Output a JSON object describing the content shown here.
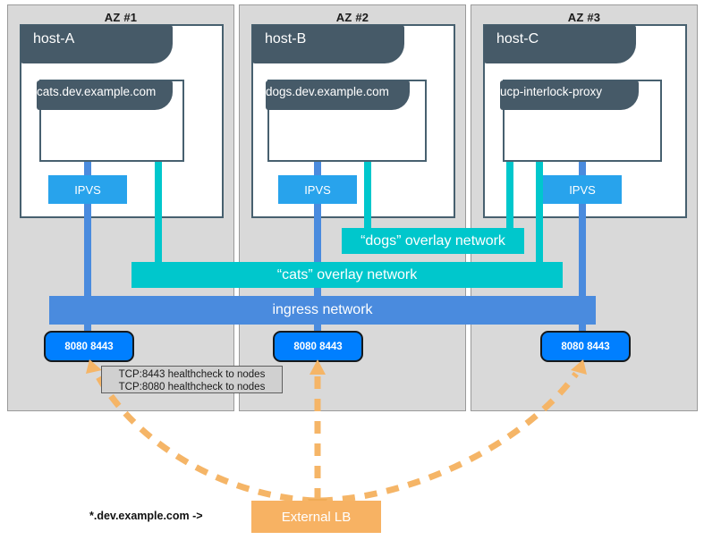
{
  "diagram": {
    "title": "Docker UCP Interlock ingress / overlay network topology",
    "colors": {
      "az_panel_bg": "#d9d9d9",
      "host_header": "#465a68",
      "host_border": "#47606f",
      "ipvs_blue": "#28a3ec",
      "ingress_blue": "#4a8bde",
      "overlay_teal": "#00c7cc",
      "port_blue": "#007fff",
      "external_lb_orange": "#f7b263",
      "arrow_orange": "#f5b567"
    }
  },
  "zones": [
    {
      "id": "az1",
      "label": "AZ #1",
      "host": {
        "label": "host-A"
      },
      "service": {
        "label": "cats.dev.example.com"
      },
      "ipvs": {
        "label": "IPVS"
      },
      "ports": {
        "label": "8080 8443"
      }
    },
    {
      "id": "az2",
      "label": "AZ #2",
      "host": {
        "label": "host-B"
      },
      "service": {
        "label": "dogs.dev.example.com"
      },
      "ipvs": {
        "label": "IPVS"
      },
      "ports": {
        "label": "8080 8443"
      }
    },
    {
      "id": "az3",
      "label": "AZ #3",
      "host": {
        "label": "host-C"
      },
      "service": {
        "label": "ucp-interlock-proxy"
      },
      "ipvs": {
        "label": "IPVS"
      },
      "ports": {
        "label": "8080 8443"
      }
    }
  ],
  "networks": [
    {
      "id": "dogs-overlay",
      "label": "“dogs” overlay network",
      "kind": "overlay"
    },
    {
      "id": "cats-overlay",
      "label": "“cats” overlay network",
      "kind": "overlay"
    },
    {
      "id": "ingress",
      "label": "ingress network",
      "kind": "ingress"
    }
  ],
  "healthcheck": {
    "line1": "TCP:8443 healthcheck to nodes",
    "line2": "TCP:8080 healthcheck to nodes"
  },
  "external_lb": {
    "label": "External LB",
    "dns_label": "*.dev.example.com ->"
  }
}
